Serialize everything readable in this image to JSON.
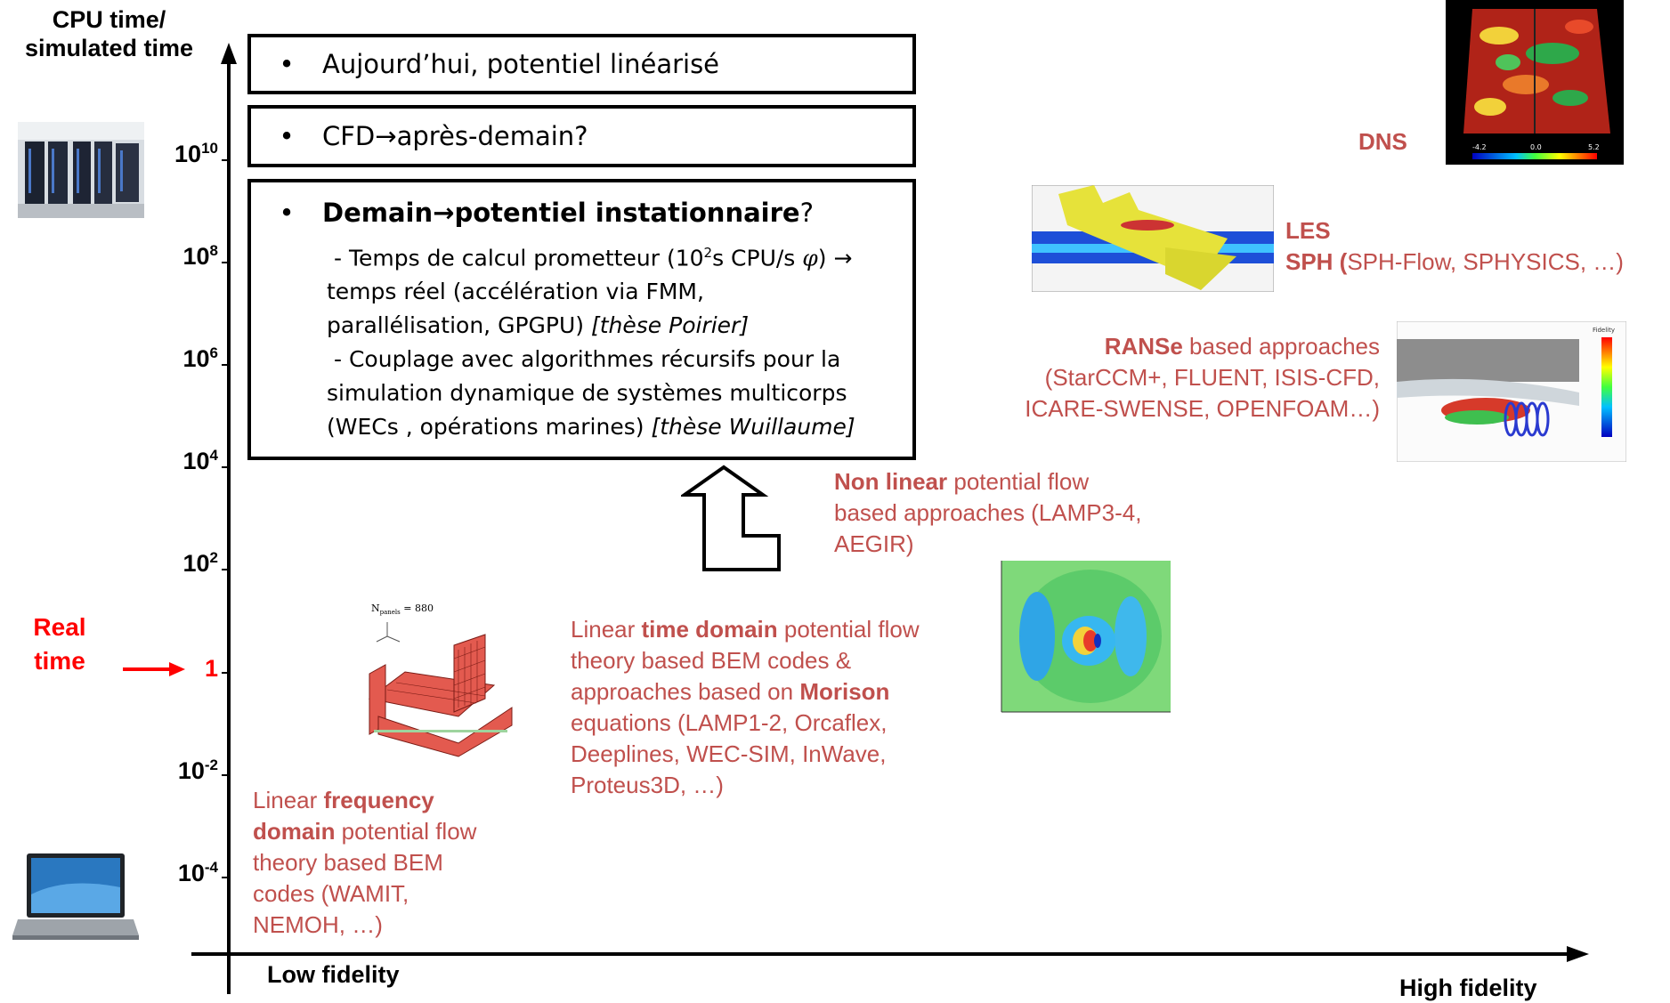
{
  "colors": {
    "red": "#c0504d",
    "realtime": "#ff0000",
    "axis": "#000000"
  },
  "axis": {
    "y_title_line1": "CPU time/",
    "y_title_line2": "simulated time",
    "x_low": "Low fidelity",
    "x_high": "High fidelity",
    "ticks": [
      {
        "base": "10",
        "exp": "10"
      },
      {
        "base": "10",
        "exp": "8"
      },
      {
        "base": "10",
        "exp": "6"
      },
      {
        "base": "10",
        "exp": "4"
      },
      {
        "base": "10",
        "exp": "2"
      },
      {
        "base": "1",
        "exp": ""
      },
      {
        "base": "10",
        "exp": "-2"
      },
      {
        "base": "10",
        "exp": "-4"
      }
    ],
    "real_time_line1": "Real",
    "real_time_line2": "time"
  },
  "boxes": {
    "today": "Aujourd’hui, potentiel linéarisé",
    "cfd_pre": "CFD ",
    "cfd_post": " après-demain?",
    "tomorrow_title_a": "Demain ",
    "tomorrow_title_b": " potentiel instationnaire",
    "tomorrow_title_c": "?",
    "tomorrow_l1_a": "- Temps de calcul prometteur (10",
    "tomorrow_l1_sup": "2",
    "tomorrow_l1_b": "s CPU/s ",
    "tomorrow_l1_phi": "φ",
    "tomorrow_l1_c": ") ",
    "tomorrow_l2": "temps réel (accélération via FMM,",
    "tomorrow_l3_a": "parallélisation, GPGPU) ",
    "tomorrow_l3_i": "[thèse Poirier]",
    "tomorrow_l4": "- Couplage avec algorithmes récursifs pour la",
    "tomorrow_l5": "simulation dynamique de systèmes multicorps",
    "tomorrow_l6_a": "(WECs , opérations marines) ",
    "tomorrow_l6_i": "[thèse Wuillaume]",
    "bullet": "•",
    "arrow": "→"
  },
  "methods": {
    "dns": "DNS",
    "les": "LES",
    "sph_b": "SPH (",
    "sph_rest": "SPH-Flow, SPHYSICS, …)",
    "ranse_b": "RANSe",
    "ranse_rest": " based approaches",
    "ranse_l2": "(StarCCM+, FLUENT, ISIS-CFD,",
    "ranse_l3": "ICARE-SWENSE, OPENFOAM…)",
    "nl_b": "Non linear",
    "nl_rest": " potential flow",
    "nl_l2": "based approaches (LAMP3-4,",
    "nl_l3": "AEGIR)",
    "td_a": "Linear ",
    "td_b": "time domain",
    "td_c": " potential flow",
    "td_l2": "theory based BEM codes &",
    "td_l3_a": "approaches based on ",
    "td_l3_b": "Morison",
    "td_l4": "equations (LAMP1-2, Orcaflex,",
    "td_l5": "Deeplines, WEC-SIM, InWave,",
    "td_l6": "Proteus3D, …)",
    "fd_a": "Linear ",
    "fd_b": "frequency",
    "fd_l2_b": "domain",
    "fd_l2_rest": " potential flow",
    "fd_l3": "theory based BEM",
    "fd_l4": "codes (WAMIT,",
    "fd_l5": "NEMOH, …)"
  },
  "figures": {
    "npanels": "N",
    "npanels_sub": "panels",
    "npanels_val": " = 880",
    "dns_scale": [
      "-4.2",
      "0.0",
      "5.2"
    ],
    "ranse_legend_title": "Fidelity"
  }
}
